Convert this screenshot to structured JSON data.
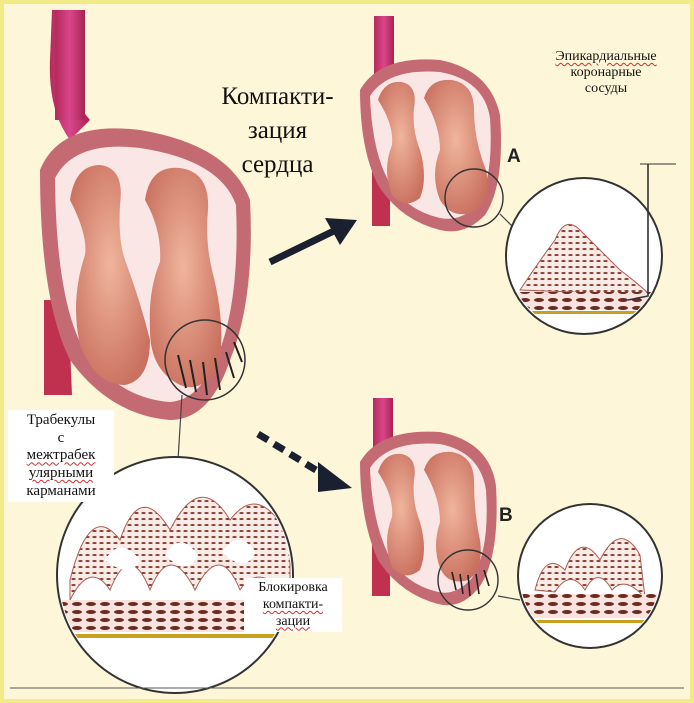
{
  "title": {
    "lines": [
      "Компакти-",
      "зация",
      "сердца"
    ]
  },
  "epicardial_label": {
    "lines": [
      "Эпикардиальные",
      "коронарные",
      "сосуды"
    ]
  },
  "trabeculae_label": {
    "lines": [
      "Трабекулы",
      "с",
      "межтрабек",
      "улярными",
      "карманами"
    ]
  },
  "blockage_label": {
    "lines": [
      "Блокировка",
      "компакти-",
      "зации"
    ]
  },
  "panel_a_letter": "A",
  "panel_b_letter": "B",
  "colors": {
    "background": "#fdf6d8",
    "border": "#f3ea88",
    "aorta": "#c0306f",
    "heart_wall": "#c96a70",
    "heart_inner": "#fbe6e6",
    "chamber": "#d98a7c",
    "arrow": "#1a2030"
  }
}
